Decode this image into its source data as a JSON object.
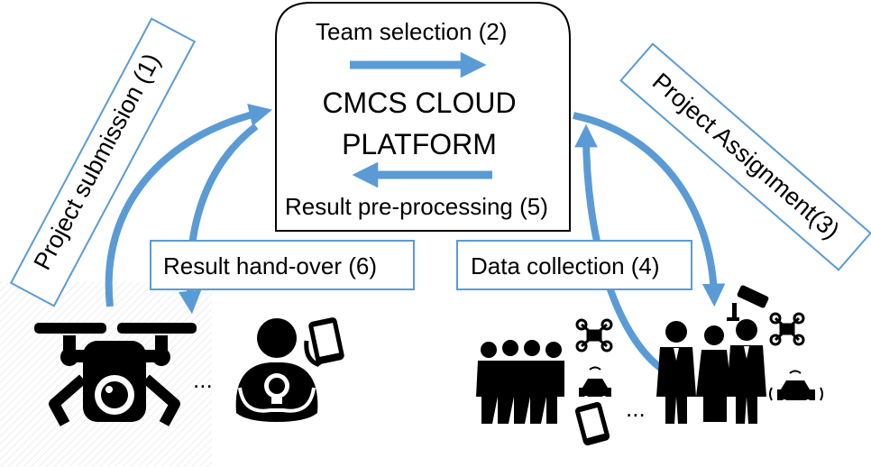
{
  "platform": {
    "title_line1": "CMCS CLOUD",
    "title_line2": "PLATFORM"
  },
  "steps": {
    "team_selection": "Team selection (2)",
    "result_preprocessing": "Result pre-processing (5)",
    "project_submission": "Project submission (1)",
    "project_assignment": "Project Assignment(3)",
    "result_handover": "Result hand-over (6)",
    "data_collection": "Data collection (4)"
  },
  "ellipsis": "...",
  "colors": {
    "arrow": "#5b9bd5",
    "box_border": "#5b9bd5",
    "icon": "#000000",
    "platform_border": "#000000"
  },
  "icons": [
    "drone-icon",
    "person-with-idea-icon",
    "smartphone-icon",
    "crowd-icon",
    "small-drone-icon",
    "connected-car-icon",
    "business-team-icon",
    "security-camera-icon"
  ]
}
